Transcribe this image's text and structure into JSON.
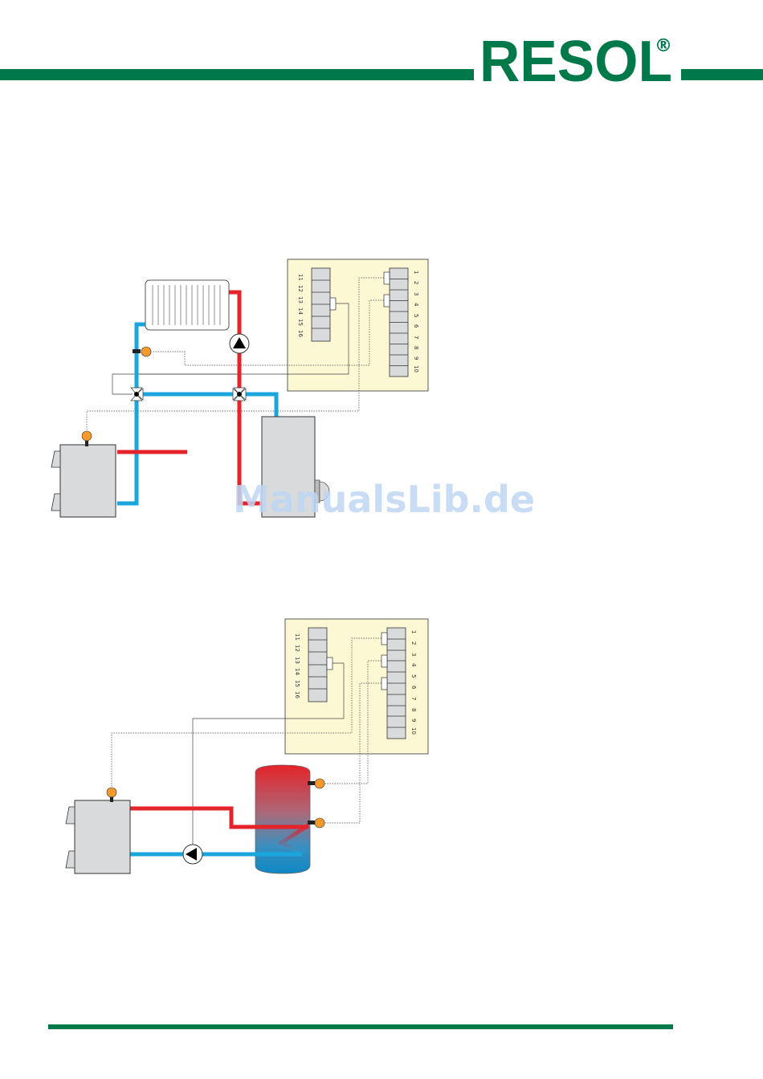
{
  "brand": {
    "name": "RESOL",
    "registered_mark": "®",
    "color": "#00794a"
  },
  "colors": {
    "hot": "#e5232a",
    "cold": "#1aa5dc",
    "controller_bg": "#fdf8d4",
    "sensor": "#f59a2a",
    "device": "#d9dadc"
  },
  "diagram1": {
    "controller": {
      "left_terminals": [
        "11",
        "12",
        "13",
        "14",
        "15",
        "16"
      ],
      "right_terminals": [
        "10",
        "9",
        "8",
        "7",
        "6",
        "5",
        "4",
        "3",
        "2",
        "1"
      ]
    }
  },
  "diagram2": {
    "controller": {
      "left_terminals": [
        "11",
        "12",
        "13",
        "14",
        "15",
        "16"
      ],
      "right_terminals": [
        "10",
        "9",
        "8",
        "7",
        "6",
        "5",
        "4",
        "3",
        "2",
        "1"
      ]
    }
  },
  "watermark": "ManualsLib.de"
}
